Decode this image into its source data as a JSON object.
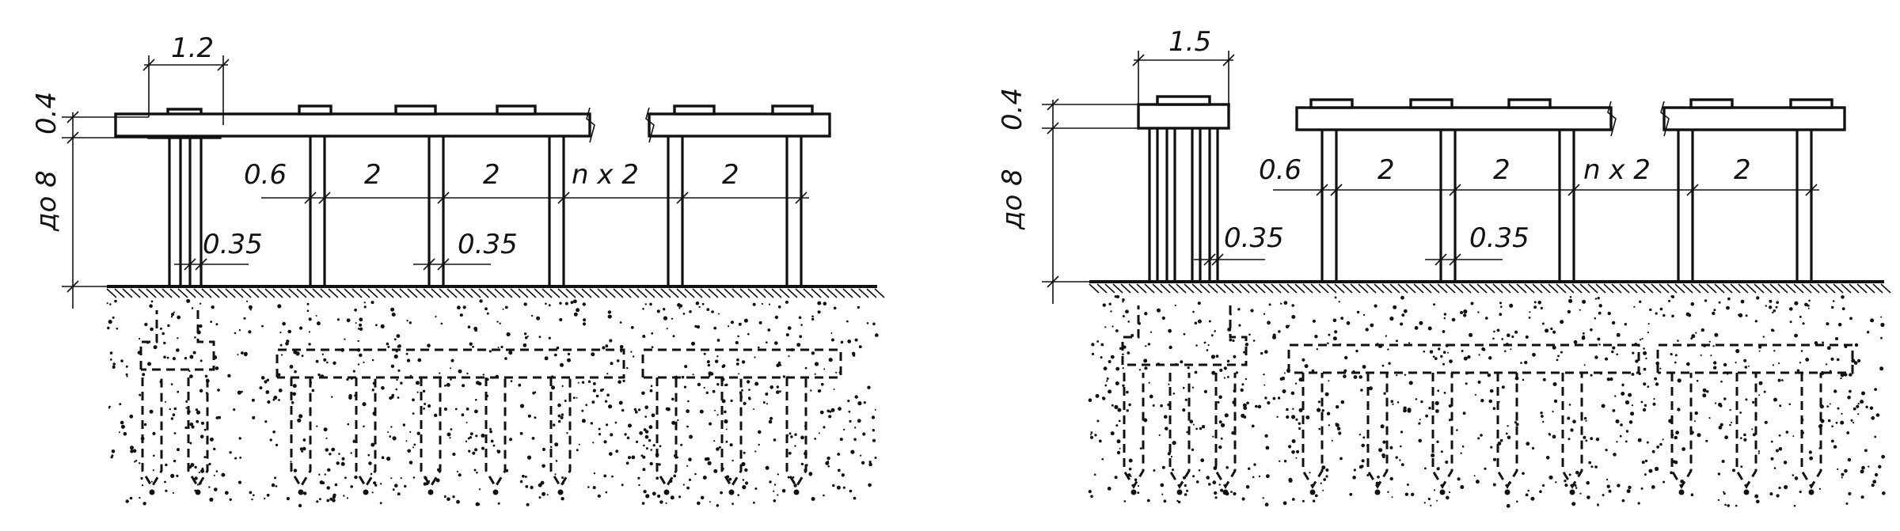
{
  "panels": [
    {
      "id": "left",
      "width_label": "1.2",
      "height_top_label": "0.4",
      "height_main_label": "до 8",
      "edge_label": "0.6",
      "spacing_labels": [
        "2",
        "2",
        "n x 2",
        "2"
      ],
      "pile_label_a": "0.35",
      "pile_label_b": "0.35",
      "single_support_piles": 2
    },
    {
      "id": "right",
      "width_label": "1.5",
      "height_top_label": "0.4",
      "height_main_label": "до 8",
      "edge_label": "0.6",
      "spacing_labels": [
        "2",
        "2",
        "n x 2",
        "2"
      ],
      "pile_label_a": "0.35",
      "pile_label_b": "0.35",
      "single_support_piles": 4
    }
  ]
}
